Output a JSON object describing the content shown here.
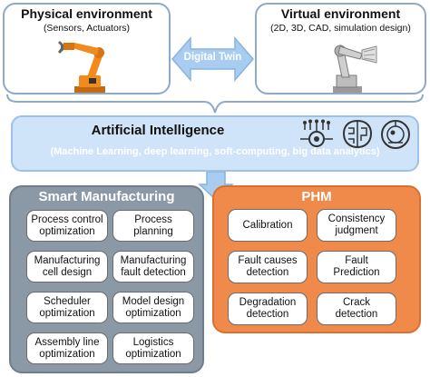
{
  "physical": {
    "title": "Physical environment",
    "subtitle": "(Sensors, Actuators)"
  },
  "virtual": {
    "title": "Virtual environment",
    "subtitle": "(2D, 3D, CAD, simulation design)"
  },
  "digital_twin": "Digital Twin",
  "ai": {
    "title": "Artificial Intelligence",
    "subtitle": "(Machine Learning, deep learning, soft-computing, big data analytics)",
    "icons": [
      "brain-circuit-icon",
      "brain-maze-icon",
      "robot-head-icon"
    ]
  },
  "smart": {
    "title": "Smart Manufacturing",
    "items": [
      "Process control\noptimization",
      "Process\nplanning",
      "Manufacturing\ncell design",
      "Manufacturing\nfault detection",
      "Scheduler\noptimization",
      "Model design\noptimization",
      "Assembly line\noptimization",
      "Logistics\noptimization"
    ]
  },
  "phm": {
    "title": "PHM",
    "items": [
      "Calibration",
      "Consistency\njudgment",
      "Fault causes\ndetection",
      "Fault\nPrediction",
      "Degradation\ndetection",
      "Crack\ndetection"
    ]
  },
  "colors": {
    "environment_border": "#8fa9c8",
    "ai_fill": "#cfe4f8",
    "arrow_fill": "#a9cdf0",
    "smart_fill": "#8b99a6",
    "phm_fill": "#f08a4b",
    "robot_orange": "#f28a1e"
  }
}
